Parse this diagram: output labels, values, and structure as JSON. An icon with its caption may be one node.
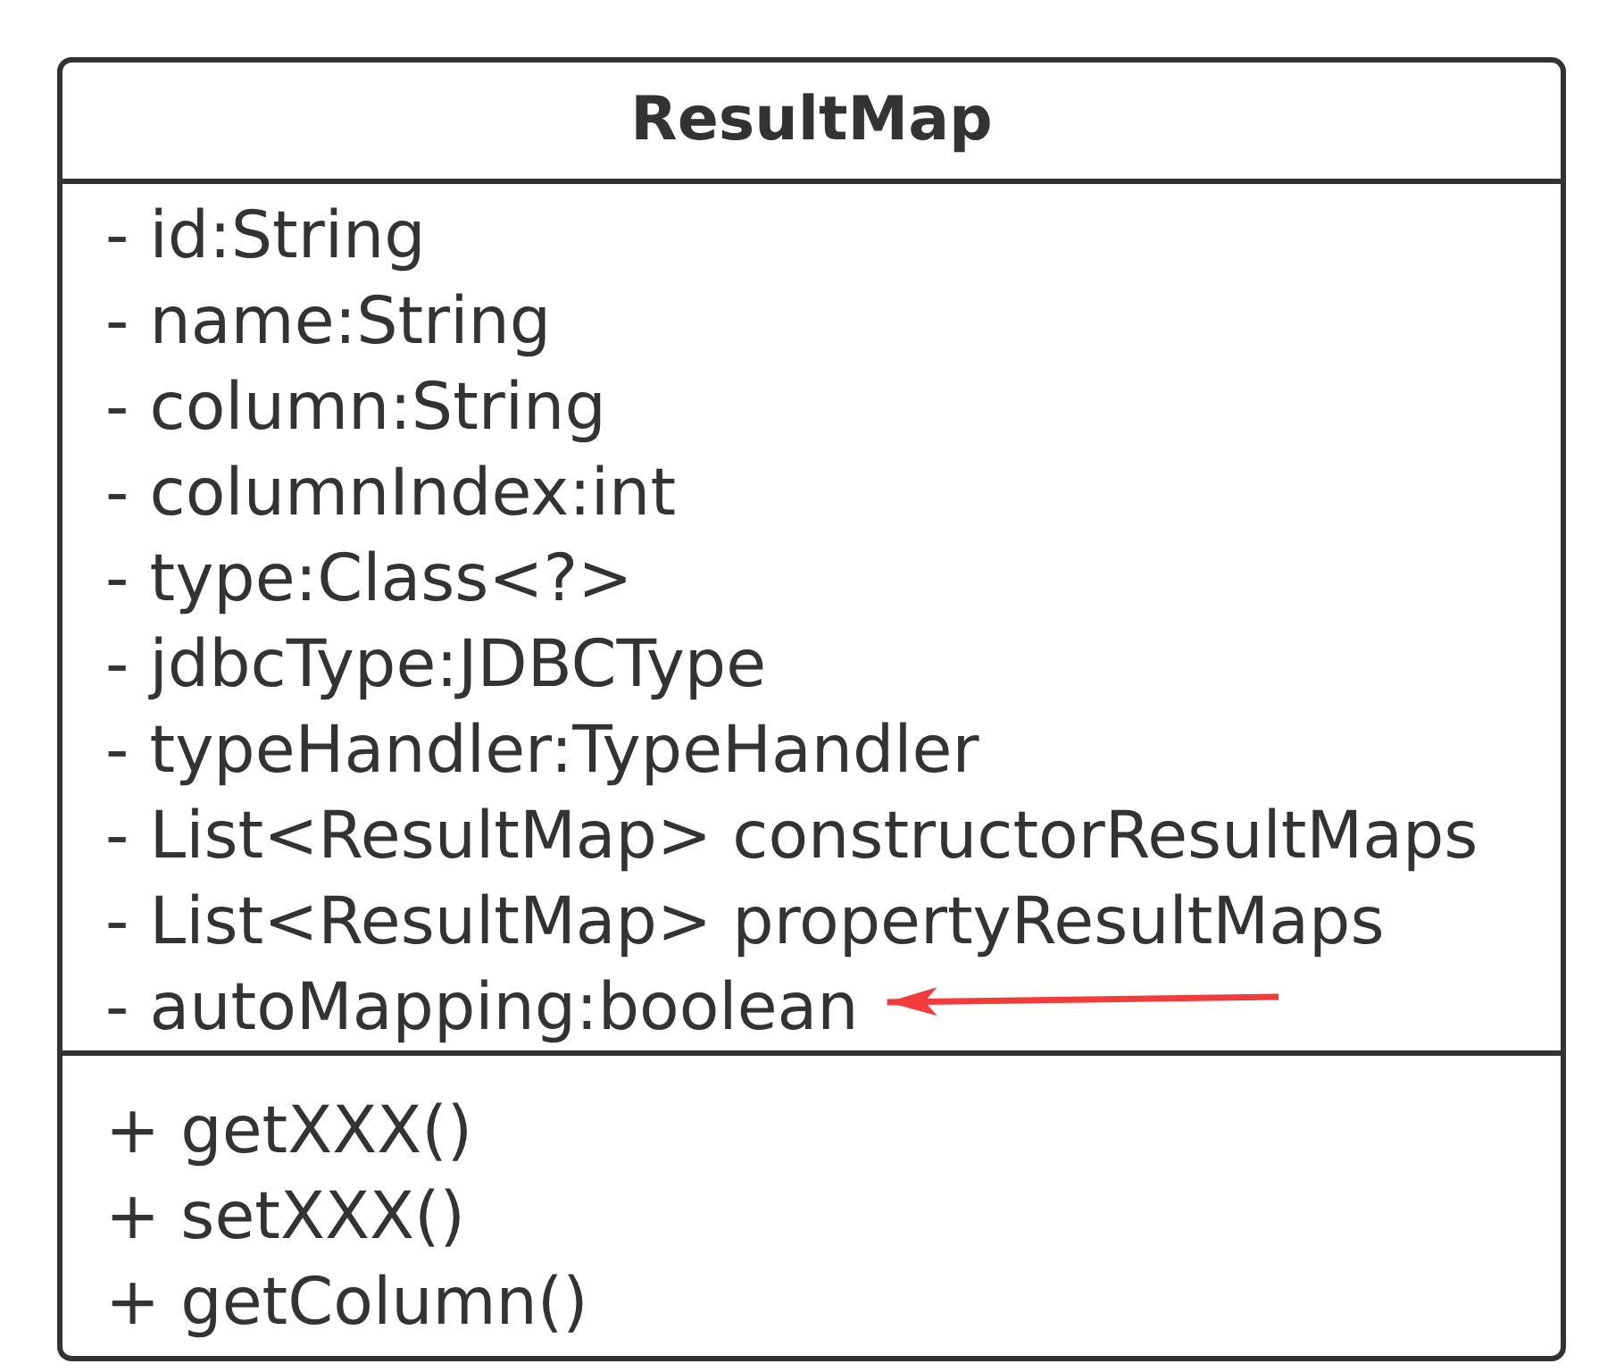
{
  "diagram": {
    "nodes": [
      {
        "text": [
          "ResultMap"
        ]
      },
      {
        "text": [
          "- id:String",
          "- name:String",
          "- column:String",
          "- columnIndex:int",
          "- type:Class<?>",
          "- jdbcType:JDBCType",
          "- typeHandler:TypeHandler",
          "- List<ResultMap> constructorResultMaps",
          "- List<ResultMap> propertyResultMaps"
        ],
        "in": 0
      },
      {
        "text": [
          "- autoMapping:boolean"
        ],
        "in": 1
      },
      {
        "text": [
          "+ getXXX()",
          "+ setXXX()",
          "+ getColumn()"
        ],
        "in": 0
      }
    ],
    "edges": [
      {
        "from": null,
        "to": 2,
        "arrow": "to",
        "color": "#f23c3c"
      }
    ]
  }
}
